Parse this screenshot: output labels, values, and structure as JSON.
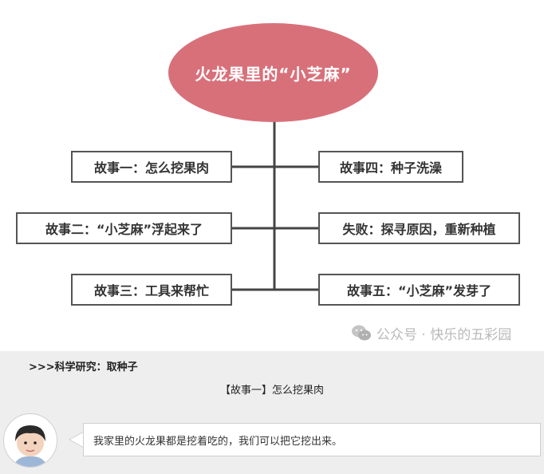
{
  "diagram": {
    "center": "火龙果里的“小芝麻”",
    "left": [
      "故事一：怎么挖果肉",
      "故事二：“小芝麻”浮起来了",
      "故事三：工具来帮忙"
    ],
    "right": [
      "故事四：种子洗澡",
      "失败：探寻原因，重新种植",
      "故事五：“小芝麻”发芽了"
    ],
    "center_color": "#d8707a",
    "line_color": "#444444"
  },
  "watermark": {
    "text": "公众号 · 快乐的五彩园",
    "icon": "wechat-icon"
  },
  "section": {
    "heading": ">>>科学研究：取种子",
    "subtitle": "【故事一】怎么挖果肉"
  },
  "chat": {
    "avatar_icon": "child-avatar",
    "message": "我家里的火龙果都是挖着吃的，我们可以把它挖出来。"
  }
}
